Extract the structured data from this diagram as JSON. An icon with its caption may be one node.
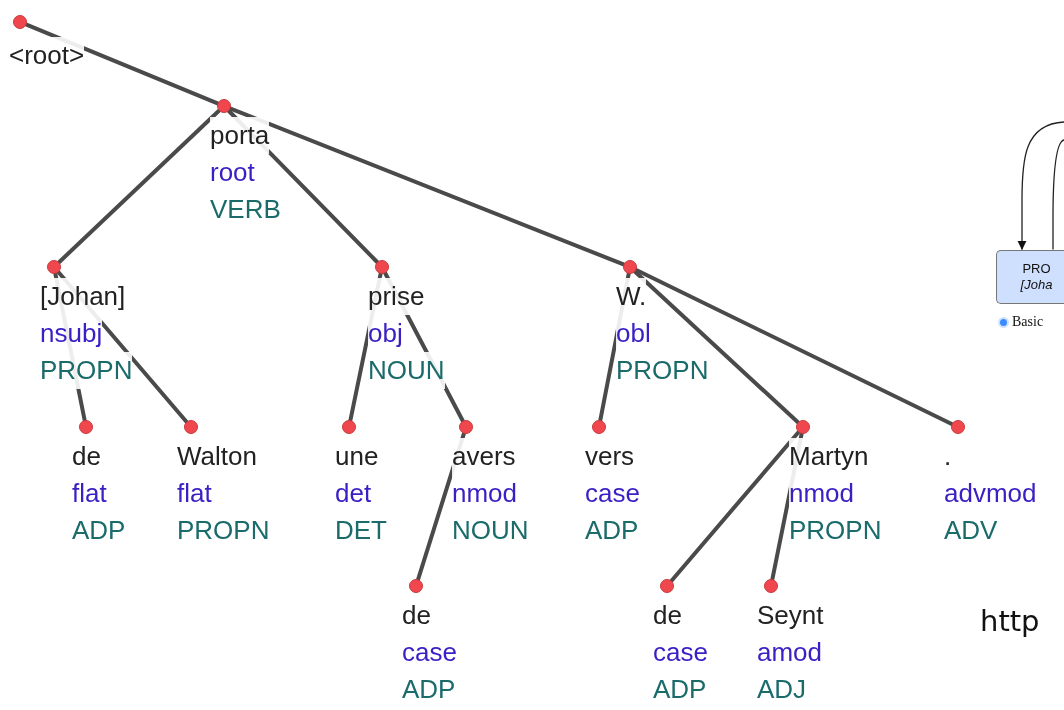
{
  "diagram": {
    "nodes": [
      {
        "text": [
          "<root>"
        ]
      },
      {
        "text": [
          "porta",
          "root",
          "VERB"
        ]
      },
      {
        "text": [
          "[Johan]",
          "nsubj",
          "PROPN"
        ]
      },
      {
        "text": [
          "prise",
          "obj",
          "NOUN"
        ]
      },
      {
        "text": [
          "W.",
          "obl",
          "PROPN"
        ]
      },
      {
        "text": [
          "de",
          "flat",
          "ADP"
        ]
      },
      {
        "text": [
          "Walton",
          "flat",
          "PROPN"
        ]
      },
      {
        "text": [
          "une",
          "det",
          "DET"
        ]
      },
      {
        "text": [
          "avers",
          "nmod",
          "NOUN"
        ]
      },
      {
        "text": [
          "vers",
          "case",
          "ADP"
        ]
      },
      {
        "text": [
          "Martyn",
          "nmod",
          "PROPN"
        ]
      },
      {
        "text": [
          ".",
          "advmod",
          "ADV"
        ]
      },
      {
        "text": [
          "de",
          "case",
          "ADP"
        ]
      },
      {
        "text": [
          "de",
          "case",
          "ADP"
        ]
      },
      {
        "text": [
          "Seynt",
          "amod",
          "ADJ"
        ]
      },
      {
        "text": [
          "PRO",
          "[Joha"
        ]
      }
    ],
    "edges": [
      {
        "from": 0,
        "to": 1,
        "arrow": "none"
      },
      {
        "from": 1,
        "to": 2,
        "arrow": "none"
      },
      {
        "from": 1,
        "to": 3,
        "arrow": "none"
      },
      {
        "from": 1,
        "to": 4,
        "arrow": "none"
      },
      {
        "from": 2,
        "to": 5,
        "arrow": "none"
      },
      {
        "from": 2,
        "to": 6,
        "arrow": "none"
      },
      {
        "from": 3,
        "to": 7,
        "arrow": "none"
      },
      {
        "from": 3,
        "to": 8,
        "arrow": "none"
      },
      {
        "from": 8,
        "to": 12,
        "arrow": "none"
      },
      {
        "from": 4,
        "to": 9,
        "arrow": "none"
      },
      {
        "from": 4,
        "to": 10,
        "arrow": "none"
      },
      {
        "from": 4,
        "to": 11,
        "arrow": "none"
      },
      {
        "from": 10,
        "to": 13,
        "arrow": "none"
      },
      {
        "from": 10,
        "to": 14,
        "arrow": "none"
      },
      {
        "from": null,
        "to": 15,
        "arrow": "to"
      },
      {
        "from": null,
        "to": 15,
        "arrow": "none"
      }
    ],
    "labels": [
      "Basic",
      "http"
    ]
  }
}
